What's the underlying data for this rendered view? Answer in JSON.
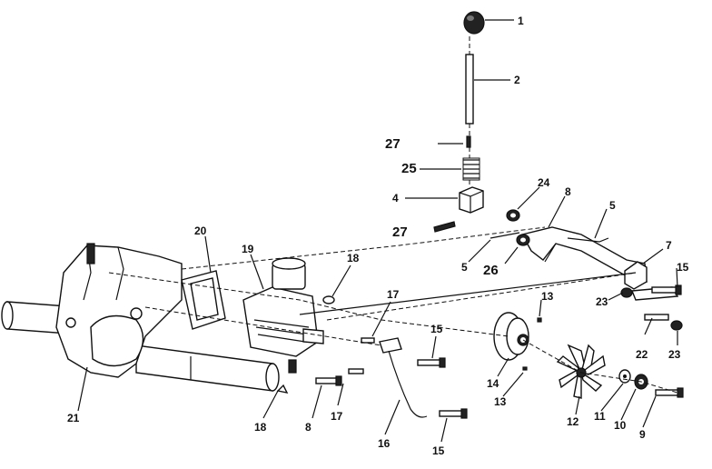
{
  "callouts": {
    "c1": "1",
    "c2": "2",
    "c4": "4",
    "c5a": "5",
    "c5b": "5",
    "c7": "7",
    "c8a": "8",
    "c8b": "8",
    "c9": "9",
    "c10": "10",
    "c11": "11",
    "c12": "12",
    "c13a": "13",
    "c13b": "13",
    "c14": "14",
    "c15a": "15",
    "c15b": "15",
    "c15c": "15",
    "c16": "16",
    "c17a": "17",
    "c17b": "17",
    "c18a": "18",
    "c18b": "18",
    "c19": "19",
    "c20": "20",
    "c21": "21",
    "c22": "22",
    "c23a": "23",
    "c23b": "23",
    "c24": "24",
    "c25": "25",
    "c26": "26",
    "c27a": "27",
    "c27b": "27"
  }
}
